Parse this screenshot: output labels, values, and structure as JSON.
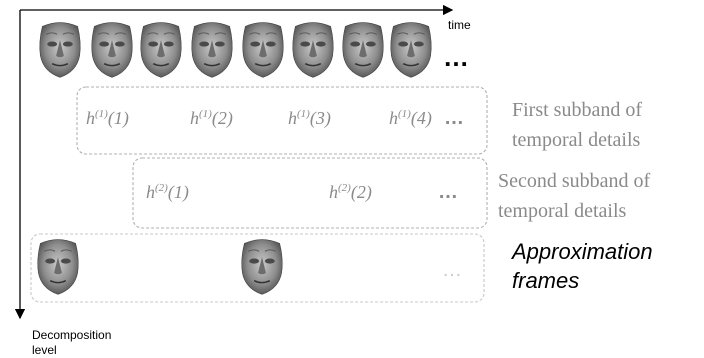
{
  "axes": {
    "time_label": "time",
    "decomposition_label_line1": "Decomposition",
    "decomposition_label_line2": "level"
  },
  "ellipsis": "…",
  "input_sequence": {
    "frame_count": 8,
    "icon": "face-mesh-icon"
  },
  "first_subband": {
    "label_line1": "First subband of",
    "label_line2": "temporal details",
    "terms": [
      {
        "base": "h",
        "sup": "(1)",
        "index": "(1)"
      },
      {
        "base": "h",
        "sup": "(1)",
        "index": "(2)"
      },
      {
        "base": "h",
        "sup": "(1)",
        "index": "(3)"
      },
      {
        "base": "h",
        "sup": "(1)",
        "index": "(4)"
      }
    ]
  },
  "second_subband": {
    "label_line1": "Second subband of",
    "label_line2": "temporal details",
    "terms": [
      {
        "base": "h",
        "sup": "(2)",
        "index": "(1)"
      },
      {
        "base": "h",
        "sup": "(2)",
        "index": "(2)"
      }
    ]
  },
  "approximation": {
    "label_line1": "Approximation",
    "label_line2": "frames",
    "frame_count": 2,
    "icon": "face-mesh-icon"
  },
  "colors": {
    "text_gray": "#8a8a8a",
    "box_border": "#b0b0b0",
    "face": "#9a9a9a",
    "face_dark": "#555555"
  }
}
